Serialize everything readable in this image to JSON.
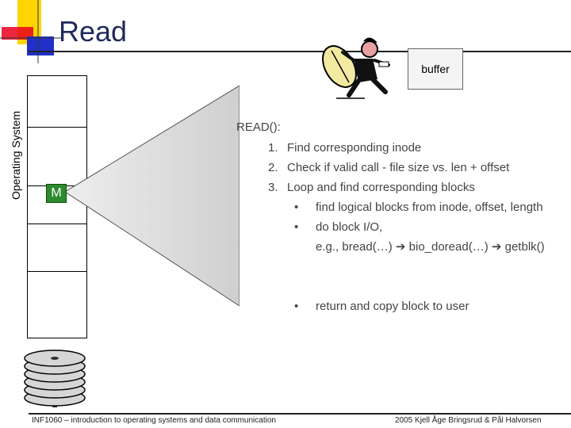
{
  "slide": {
    "title": "Read",
    "os_label": "Operating System",
    "memory_marker": "M",
    "buffer_label": "buffer"
  },
  "content": {
    "heading": "READ():",
    "steps": [
      {
        "num": "1.",
        "text": "Find corresponding inode"
      },
      {
        "num": "2.",
        "text": "Check if valid call - file size vs. len + offset"
      },
      {
        "num": "3.",
        "text": "Loop and find corresponding blocks"
      }
    ],
    "bullets": [
      {
        "text": "find logical blocks from inode, offset, length"
      },
      {
        "text": "do block I/O,"
      },
      {
        "text": "return and copy block to user"
      }
    ],
    "call_chain": {
      "prefix": "e.g., bread(…)",
      "mid": "bio_doread(…)",
      "end": "getblk()"
    }
  },
  "footer": {
    "left": "INF1060 – introduction to operating systems and data communication",
    "right": "2005  Kjell Åge Bringsrud & Pål Halvorsen"
  },
  "colors": {
    "title": "#1f2a5c",
    "marker": "#2e8b2e",
    "funnel": "#d3d3d3"
  }
}
